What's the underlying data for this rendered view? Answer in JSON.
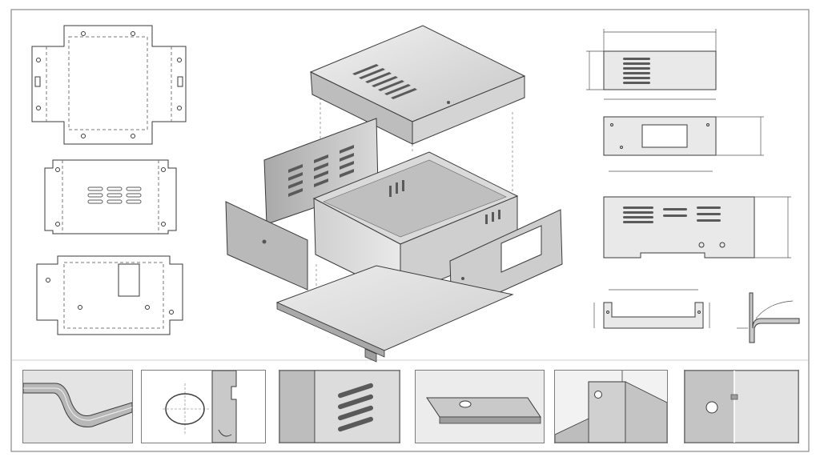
{
  "drawing": {
    "title": "",
    "colors": {
      "frame": "#8a8a8a",
      "line": "#3a3a3a",
      "dim_line": "#555555",
      "metal_light": "#e6e6e6",
      "metal_mid": "#c9c9c9",
      "metal_dark": "#9e9e9e",
      "slot": "#5a5a5a",
      "panel_bg": "#f3f3f3"
    },
    "flat_patterns": [
      {
        "name": "top-cover-flat",
        "features": [
          "bend-lines",
          "tabs",
          "holes"
        ]
      },
      {
        "name": "vent-panel-flat",
        "features": [
          "vent-slots",
          "tabs"
        ]
      },
      {
        "name": "base-panel-flat",
        "features": [
          "rect-cutout",
          "holes"
        ]
      }
    ],
    "orthographic_views": [
      {
        "name": "front-view-vents",
        "features": [
          "vent-slots",
          "dimensions"
        ]
      },
      {
        "name": "rear-view-cutout",
        "features": [
          "rect-cutout",
          "dimensions"
        ]
      },
      {
        "name": "side-view-vents",
        "features": [
          "vent-slots",
          "holes",
          "dimensions"
        ]
      },
      {
        "name": "bracket-view",
        "features": [
          "dimensions"
        ]
      },
      {
        "name": "section-flange",
        "features": [
          "bend-radius"
        ]
      }
    ],
    "exploded_parts": [
      "top-cover",
      "left-vent-panel",
      "front-panel",
      "box-body",
      "right-panel",
      "base-plate"
    ],
    "detail_views": [
      {
        "name": "detail-bend",
        "icon": "bend-section-icon"
      },
      {
        "name": "detail-hole-notch",
        "icon": "hole-notch-icon"
      },
      {
        "name": "detail-vent-slots",
        "icon": "vent-slots-icon"
      },
      {
        "name": "detail-edge-hole",
        "icon": "edge-hole-icon"
      },
      {
        "name": "detail-corner-tab",
        "icon": "corner-tab-icon"
      },
      {
        "name": "detail-corner-hole",
        "icon": "corner-hole-icon"
      }
    ]
  }
}
